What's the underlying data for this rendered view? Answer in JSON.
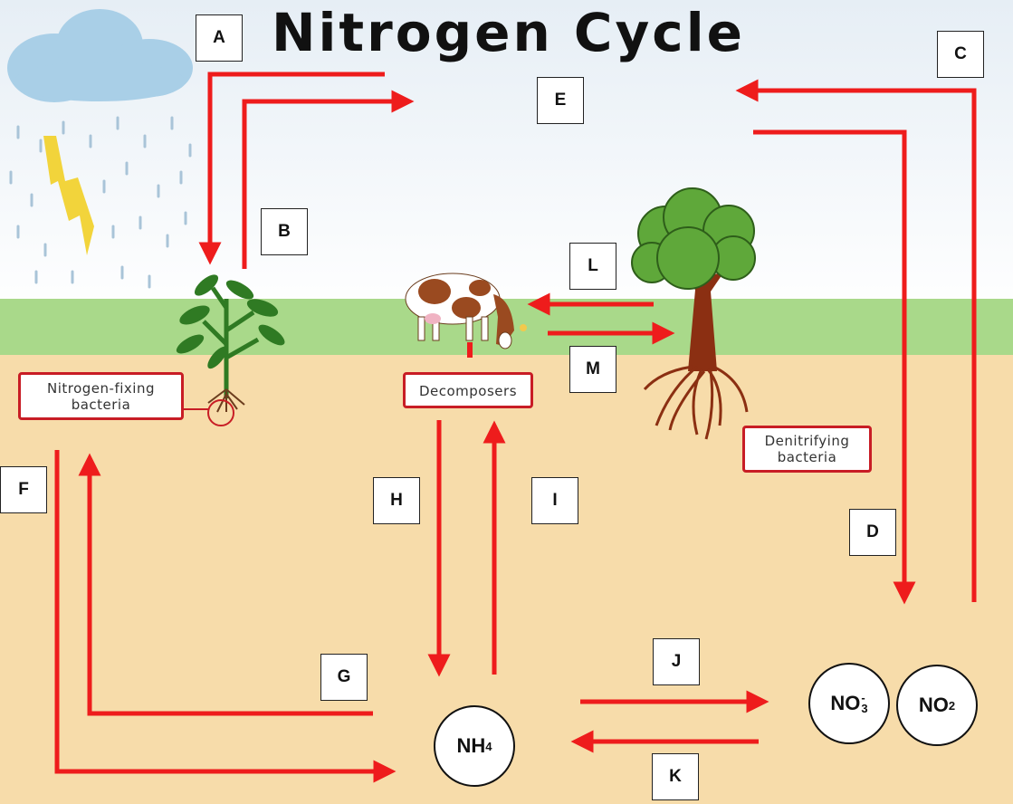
{
  "title": "Nitrogen Cycle",
  "labels": [
    "A",
    "B",
    "C",
    "D",
    "E",
    "F",
    "G",
    "H",
    "I",
    "J",
    "K",
    "L",
    "M"
  ],
  "tags": {
    "nitrogen_fixing": "Nitrogen-fixing bacteria",
    "decomposers": "Decomposers",
    "denitrifying": "Denitrifying bacteria"
  },
  "compounds": {
    "nh4": {
      "base": "NH",
      "sub": "4"
    },
    "no3": {
      "base": "NO",
      "sub": "3",
      "sup": "-"
    },
    "no2": {
      "base": "NO",
      "sub": "2"
    }
  },
  "colors": {
    "arrow": "#ee1c1c",
    "sky_top": "#e6eef5",
    "sky_bottom": "#ffffff",
    "grass": "#a9d98a",
    "soil": "#f7dcaa",
    "cloud": "#a9cfe7",
    "rain": "#a9c4d8",
    "lightning": "#f2d43b",
    "tree_leaves": "#5fa83a",
    "trunk": "#8b2f12",
    "plant": "#2f7a23"
  },
  "icons": [
    "rain-cloud-icon",
    "lightning-icon",
    "plant-icon",
    "cow-icon",
    "tree-icon"
  ]
}
